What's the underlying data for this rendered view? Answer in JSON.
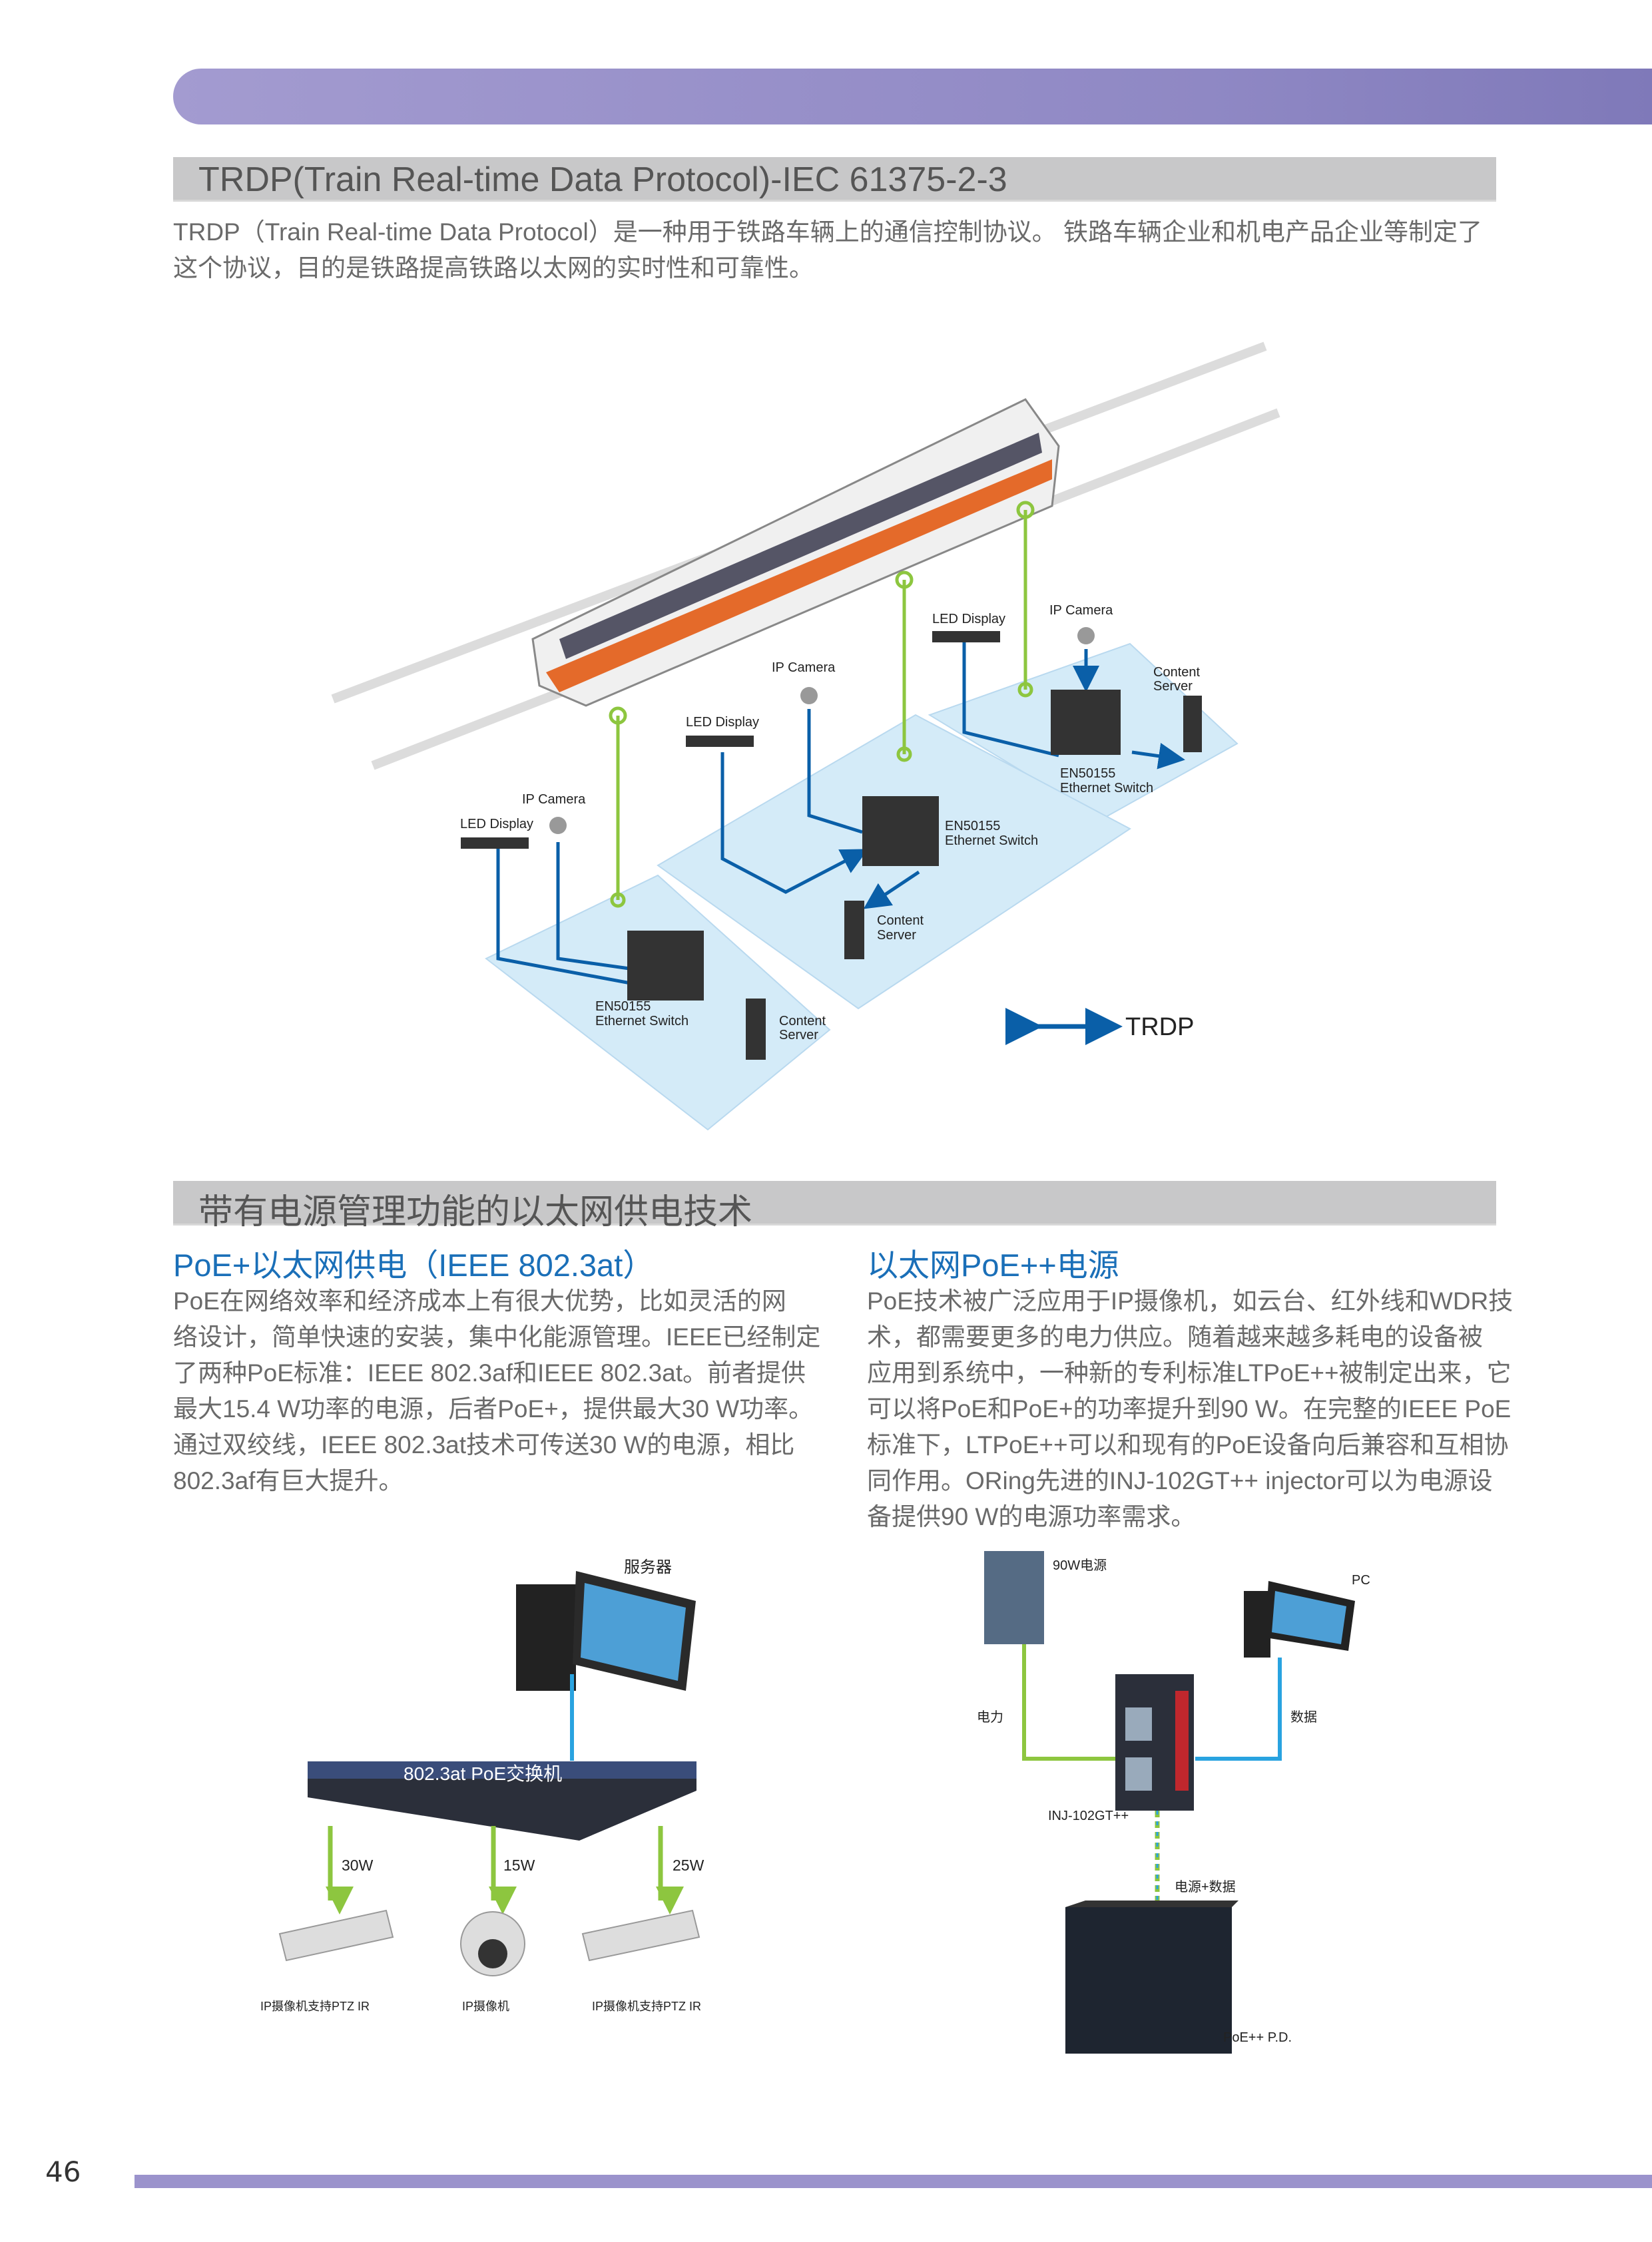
{
  "section1": {
    "heading": "TRDP(Train Real-time Data Protocol)-IEC 61375-2-3",
    "para_lines": [
      "TRDP（Train Real-time Data Protocol）是一种用于铁路车辆上的通信控制协议。 铁路车辆企业和机电产品企业等制定了",
      "这个协议，目的是铁路提高铁路以太网的实时性和可靠性。"
    ],
    "diagram": {
      "ip_camera": "IP Camera",
      "led_display": "LED Display",
      "content_server": [
        "Content",
        "Server"
      ],
      "switch": [
        "EN50155",
        "Ethernet Switch"
      ],
      "legend": "TRDP"
    }
  },
  "section2": {
    "heading": "带有电源管理功能的以太网供电技术",
    "left": {
      "title": "PoE+以太网供电（IEEE 802.3at）",
      "lines": [
        "PoE在网络效率和经济成本上有很大优势，比如灵活的网",
        "络设计，简单快速的安装，集中化能源管理。IEEE已经制定",
        "了两种PoE标准：IEEE 802.3af和IEEE 802.3at。前者提供",
        "最大15.4 W功率的电源，后者PoE+，提供最大30 W功率。",
        "通过双绞线，IEEE 802.3at技术可传送30 W的电源，相比",
        "802.3af有巨大提升。"
      ],
      "diagram": {
        "server": "服务器",
        "switch": "802.3at PoE交换机",
        "watts": [
          "30W",
          "15W",
          "25W"
        ],
        "cameras": [
          "IP摄像机支持PTZ IR",
          "IP摄像机",
          "IP摄像机支持PTZ IR"
        ]
      }
    },
    "right": {
      "title": "以太网PoE++电源",
      "lines": [
        "PoE技术被广泛应用于IP摄像机，如云台、红外线和WDR技",
        "术，都需要更多的电力供应。随着越来越多耗电的设备被",
        "应用到系统中，一种新的专利标准LTPoE++被制定出来，它",
        "可以将PoE和PoE+的功率提升到90 W。在完整的IEEE PoE",
        "标准下，LTPoE++可以和现有的PoE设备向后兼容和互相协",
        "同作用。ORing先进的INJ-102GT++ injector可以为电源设",
        "备提供90 W的电源功率需求。"
      ],
      "diagram": {
        "psu": "90W电源",
        "pc": "PC",
        "power": "电力",
        "data": "数据",
        "injector": "INJ-102GT++",
        "power_data": "电源+数据",
        "pd": "PoE++ P.D."
      }
    }
  },
  "page_number": "46",
  "colors": {
    "accent_purple": "#9b93cc",
    "title_blue": "#1a6fb8",
    "line_green": "#8dc63f",
    "line_blue": "#1e88d0",
    "arrow_blue": "#0a5fa8"
  }
}
